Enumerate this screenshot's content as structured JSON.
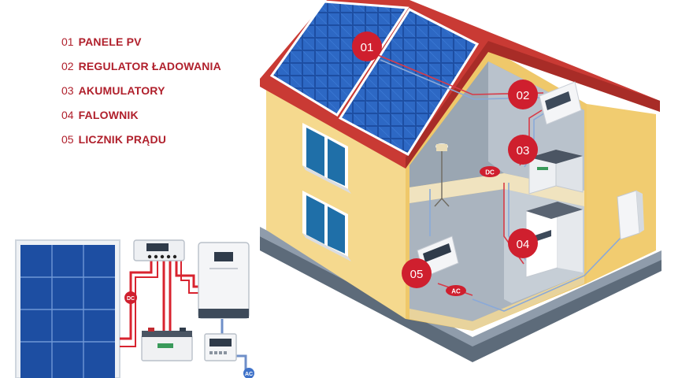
{
  "legend": [
    {
      "num": "01",
      "label": "PANELE PV"
    },
    {
      "num": "02",
      "label": "REGULATOR ŁADOWANIA"
    },
    {
      "num": "03",
      "label": "AKUMULATORY"
    },
    {
      "num": "04",
      "label": "FALOWNIK"
    },
    {
      "num": "05",
      "label": "LICZNIK PRĄDU"
    }
  ],
  "markers": [
    "01",
    "02",
    "03",
    "04",
    "05"
  ],
  "tags": {
    "dc": "DC",
    "ac": "AC"
  },
  "colors": {
    "accent": "#cf1f2e",
    "roof": "#c93a34",
    "wall": "#f6d98d",
    "panel": "#1e4fa3"
  }
}
